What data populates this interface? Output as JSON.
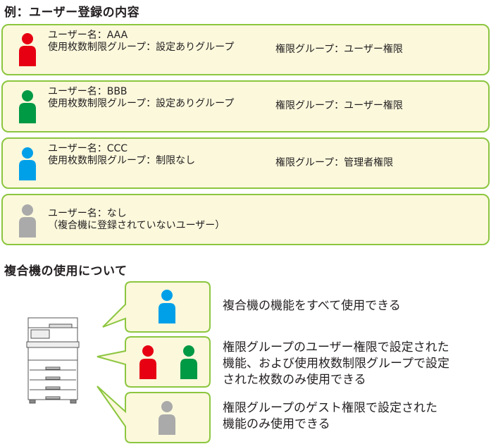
{
  "example_title": "例：ユーザー登録の内容",
  "users": [
    {
      "name_line": "ユーザー名：AAA",
      "usage_line": "使用枚数制限グループ：設定ありグループ",
      "perm_line": "権限グループ：ユーザー権限",
      "color": "#e60012"
    },
    {
      "name_line": "ユーザー名：BBB",
      "usage_line": "使用枚数制限グループ：設定ありグループ",
      "perm_line": "権限グループ：ユーザー権限",
      "color": "#009944"
    },
    {
      "name_line": "ユーザー名：CCC",
      "usage_line": "使用枚数制限グループ：制限なし",
      "perm_line": "権限グループ：管理者権限",
      "color": "#00a0e9"
    },
    {
      "name_line": "ユーザー名：なし",
      "usage_line": "（複合機に登録されていないユーザー）",
      "perm_line": "",
      "color": "#aaaaaa"
    }
  ],
  "usage_title": "複合機の使用について",
  "usage_descriptions": [
    {
      "lines": [
        "複合機の機能をすべて使用できる"
      ]
    },
    {
      "lines": [
        "権限グループのユーザー権限で設定された",
        "機能、および使用枚数制限グループで設定",
        "された枚数のみ使用できる"
      ]
    },
    {
      "lines": [
        "権限グループのゲスト権限で設定された",
        "機能のみ使用できる"
      ]
    }
  ],
  "colors": {
    "card_bg": "#fbf8dc",
    "card_border": "#8cc63f",
    "red": "#e60012",
    "green": "#009944",
    "blue": "#00a0e9",
    "gray": "#aaaaaa"
  }
}
